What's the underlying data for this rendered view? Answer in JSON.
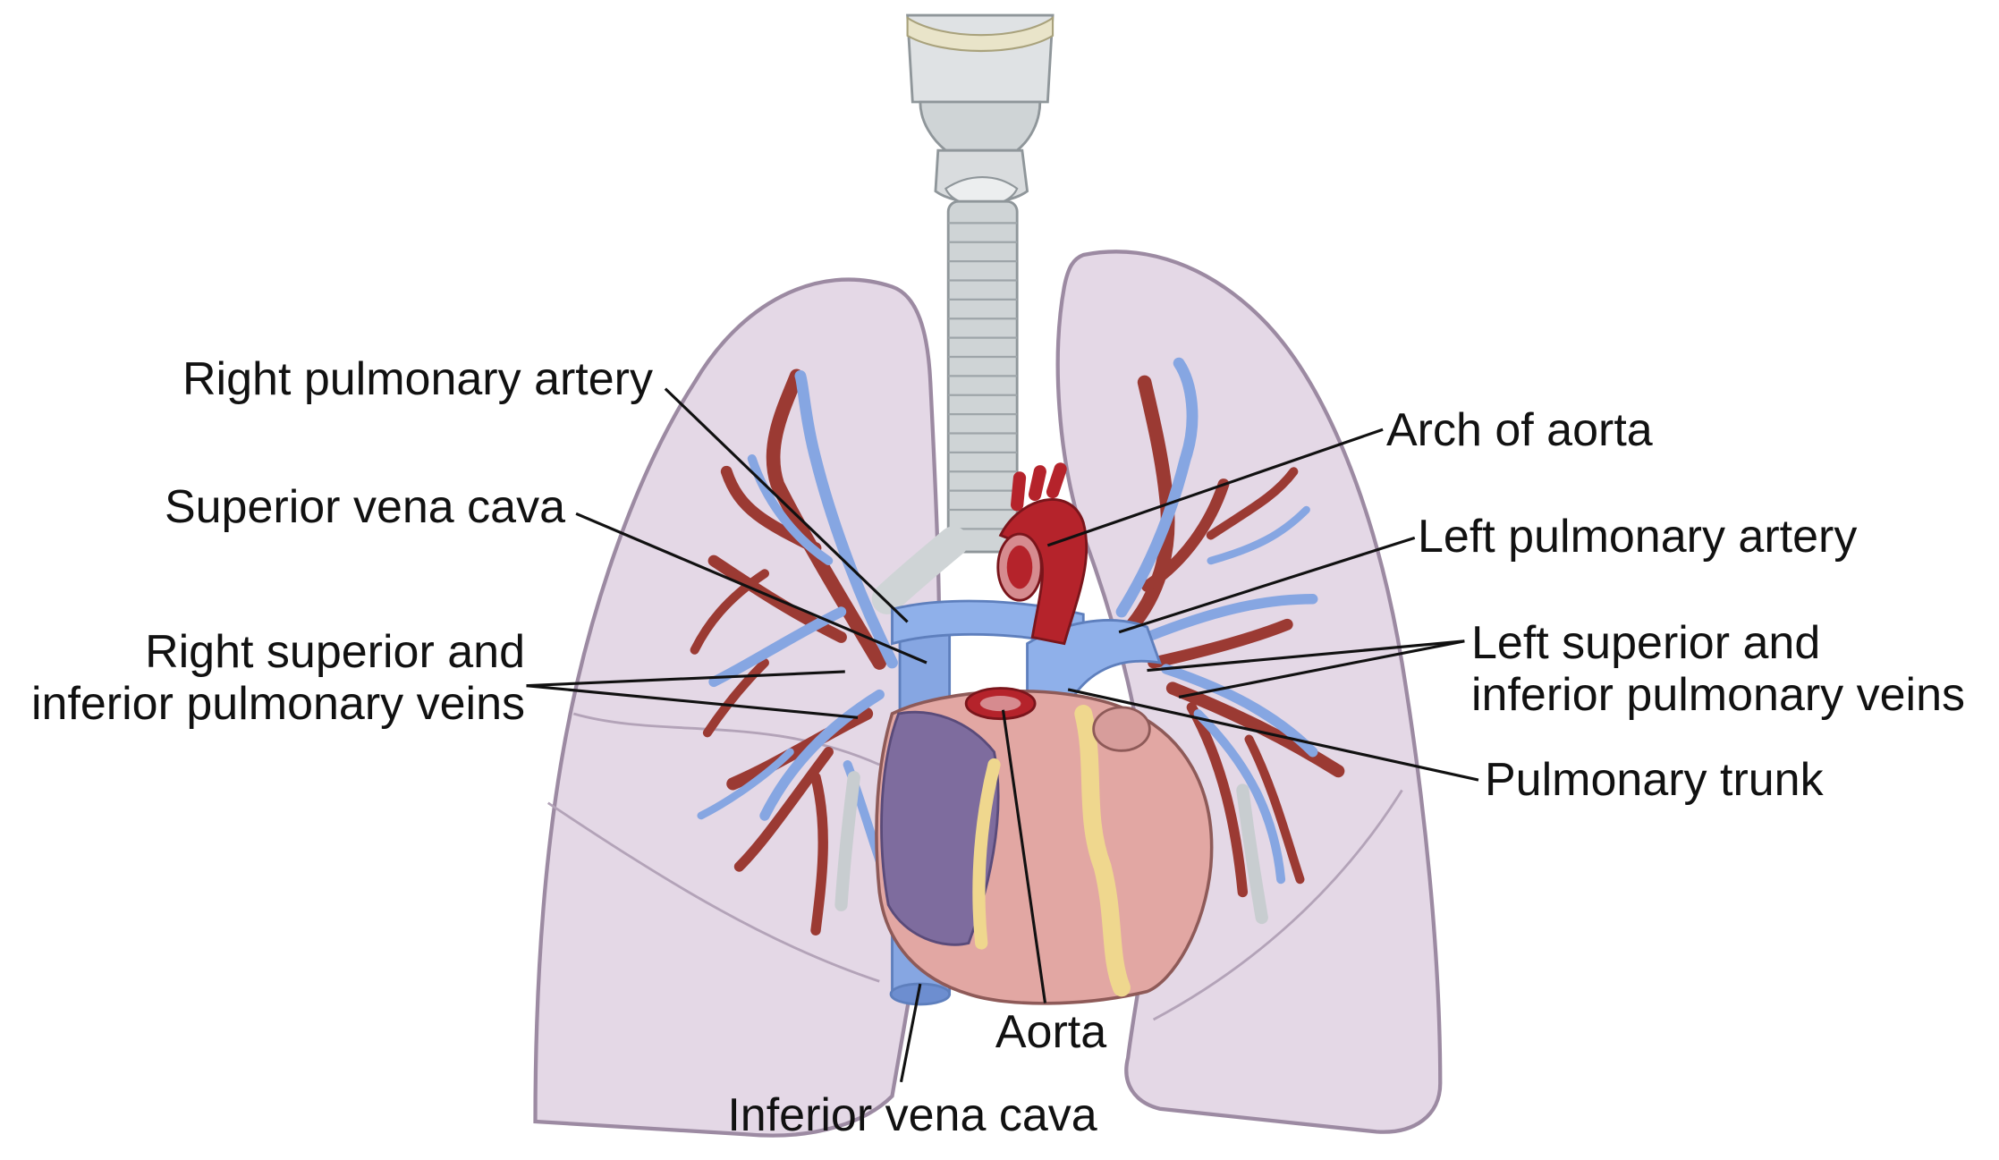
{
  "colors": {
    "lung_fill": "#e4d8e6",
    "lung_edge": "#9c8aa2",
    "artery": "#9b3a33",
    "vein": "#86a6e2",
    "trachea": "#cfd4d6",
    "thyroid_cartilage": "#e9e4c9",
    "heart": "#e2a7a3",
    "right_atrium": "#7e6c9e",
    "coronary_fat": "#efd78e",
    "aorta": "#b5232b",
    "leader_line": "#111111"
  },
  "labels": {
    "right_pulmonary_artery": "Right pulmonary artery",
    "superior_vena_cava": "Superior vena cava",
    "right_pulmonary_veins": [
      "Right superior and",
      "inferior pulmonary veins"
    ],
    "arch_of_aorta": "Arch of aorta",
    "left_pulmonary_artery": "Left pulmonary artery",
    "left_pulmonary_veins": [
      "Left superior and",
      "inferior pulmonary veins"
    ],
    "pulmonary_trunk": "Pulmonary trunk",
    "aorta": "Aorta",
    "inferior_vena_cava": "Inferior vena cava"
  },
  "structures": [
    "larynx",
    "trachea",
    "right-lung",
    "left-lung",
    "heart",
    "arch-of-aorta",
    "pulmonary-trunk",
    "superior-vena-cava",
    "inferior-vena-cava",
    "pulmonary-arteries",
    "pulmonary-veins"
  ]
}
